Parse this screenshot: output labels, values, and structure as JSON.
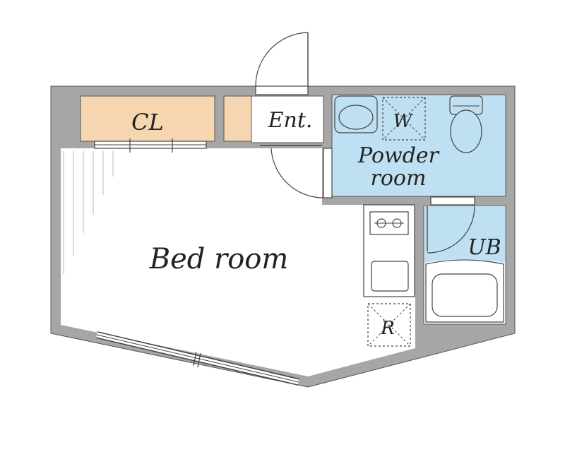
{
  "labels": {
    "closet": "CL",
    "entrance": "Ent.",
    "washer": "W",
    "powder_room_line1": "Powder",
    "powder_room_line2": "room",
    "bedroom": "Bed room",
    "unit_bath": "UB",
    "refrigerator": "R"
  },
  "colors": {
    "wall": "#a6a6a6",
    "closet": "#f5d6b1",
    "wet_area": "#bfe0f2",
    "floor": "#ffffff",
    "line": "#444444"
  }
}
